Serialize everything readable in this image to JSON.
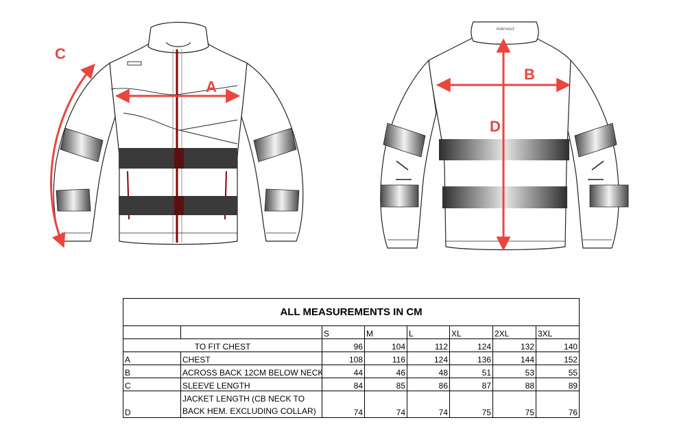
{
  "diagram": {
    "labels": {
      "a": "A",
      "b": "B",
      "c": "C",
      "d": "D"
    },
    "brand": "PORTWEST",
    "arrow_color": "#e8463f",
    "band_color": "#3a3a3a"
  },
  "table": {
    "title": "ALL MEASUREMENTS IN CM",
    "sizes": [
      "S",
      "M",
      "L",
      "XL",
      "2XL",
      "3XL"
    ],
    "fit_chest": {
      "label": "TO FIT CHEST",
      "values": [
        "96",
        "104",
        "112",
        "124",
        "132",
        "140"
      ]
    },
    "rows": [
      {
        "code": "A",
        "name": "CHEST",
        "values": [
          "108",
          "116",
          "124",
          "136",
          "144",
          "152"
        ]
      },
      {
        "code": "B",
        "name": "ACROSS BACK 12CM BELOW NECK",
        "values": [
          "44",
          "46",
          "48",
          "51",
          "53",
          "55"
        ]
      },
      {
        "code": "C",
        "name": "SLEEVE LENGTH",
        "values": [
          "84",
          "85",
          "86",
          "87",
          "88",
          "89"
        ]
      }
    ],
    "last_row": {
      "code": "D",
      "name_line1": "JACKET LENGTH (CB NECK TO",
      "name_line2": "BACK HEM. EXCLUDING COLLAR)",
      "values": [
        "74",
        "74",
        "74",
        "75",
        "75",
        "76"
      ]
    }
  }
}
